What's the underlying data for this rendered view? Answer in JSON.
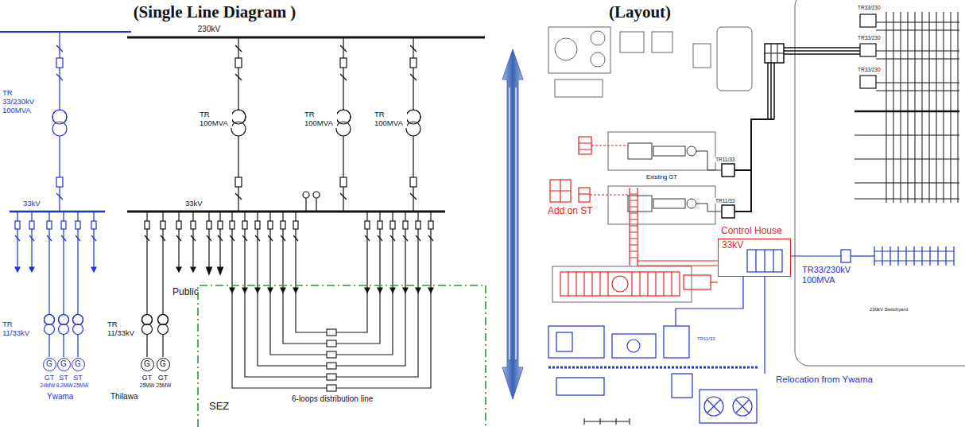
{
  "diagram": {
    "nodes": [
      {
        "text": [
          "SEZ",
          "6-loops distribution line"
        ]
      },
      {
        "text": [
          "G"
        ]
      },
      {
        "text": [
          "G"
        ]
      },
      {
        "text": [
          "G"
        ]
      },
      {
        "text": [
          "G"
        ]
      },
      {
        "text": [
          "G"
        ]
      },
      {
        "text": [
          "Control House",
          "33kV"
        ]
      }
    ],
    "labels": [
      "(Single Line Diagram )",
      "(Layout)",
      "230kV",
      "TR 33/230kV 100MVA",
      "TR 100MVA",
      "TR 100MVA",
      "TR 100MVA",
      "33kV",
      "33kV",
      "Public",
      "TR 11/33kV",
      "TR 11/33kV",
      "GT",
      "ST",
      "ST",
      "24MW",
      "8.2MW",
      "25MW",
      "Ywama",
      "GT",
      "GT",
      "25MW",
      "25MW",
      "Thilawa",
      "TR33/230",
      "TR33/230",
      "TR33/230",
      "TR11/33",
      "Existing GT",
      "TR11/33",
      "Add on ST",
      "TR33/230kV 100MVA",
      "230kV Switchyard",
      "Relocation from Ywama",
      "TR11/33"
    ]
  }
}
